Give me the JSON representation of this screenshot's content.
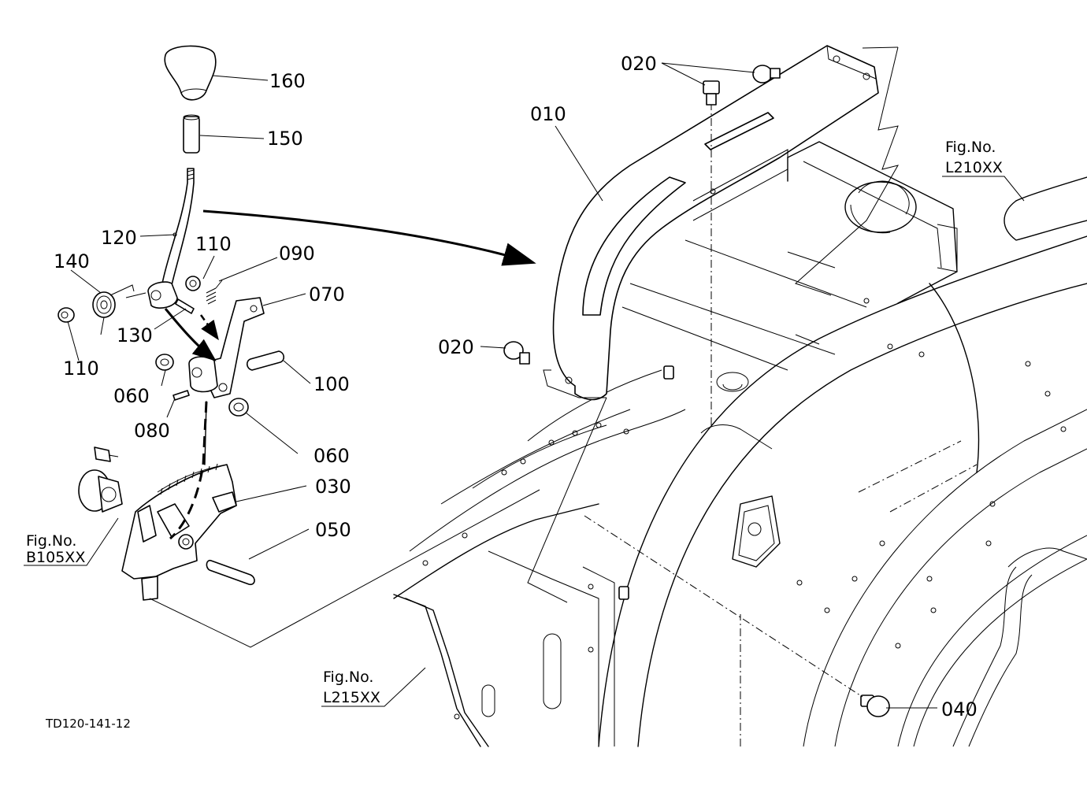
{
  "callouts": {
    "p160": "160",
    "p150": "150",
    "p120": "120",
    "p110a": "110",
    "p090": "090",
    "p140": "140",
    "p070": "070",
    "p110b": "110",
    "p130": "130",
    "p060a": "060",
    "p100": "100",
    "p080": "080",
    "p060b": "060",
    "p030": "030",
    "p050": "050",
    "p020a": "020",
    "p010": "010",
    "p020b": "020",
    "p040": "040"
  },
  "references": {
    "fig_label": "Fig.No.",
    "b105": "B105XX",
    "l210": "L210XX",
    "l215": "L215XX"
  },
  "drawing_code": "TD120-141-12"
}
